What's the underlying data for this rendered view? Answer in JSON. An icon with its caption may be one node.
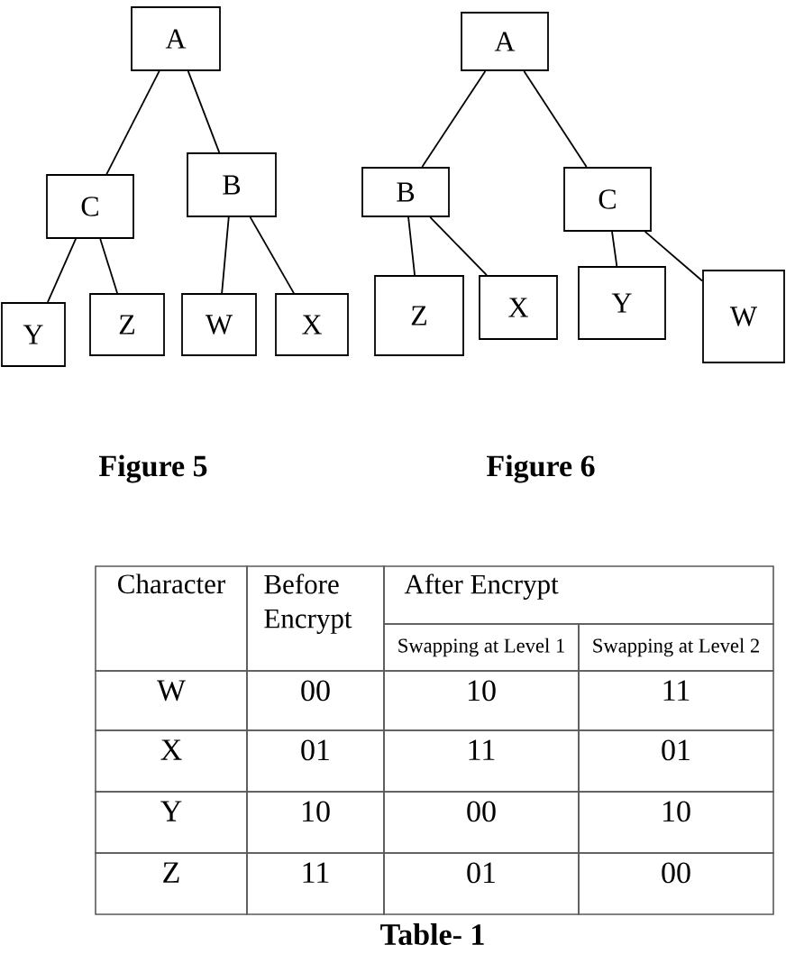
{
  "diagram": {
    "nodes": [
      {
        "text": [
          "A"
        ]
      },
      {
        "text": [
          "C"
        ]
      },
      {
        "text": [
          "B"
        ]
      },
      {
        "text": [
          "Y"
        ]
      },
      {
        "text": [
          "Z"
        ]
      },
      {
        "text": [
          "W"
        ]
      },
      {
        "text": [
          "X"
        ]
      },
      {
        "text": [
          "A"
        ]
      },
      {
        "text": [
          "B"
        ]
      },
      {
        "text": [
          "C"
        ]
      },
      {
        "text": [
          "Z"
        ]
      },
      {
        "text": [
          "X"
        ]
      },
      {
        "text": [
          "Y"
        ]
      },
      {
        "text": [
          "W"
        ]
      }
    ],
    "edges": [
      {
        "from": 0,
        "to": 1,
        "arrow": "none"
      },
      {
        "from": 0,
        "to": 2,
        "arrow": "none"
      },
      {
        "from": 1,
        "to": 3,
        "arrow": "none"
      },
      {
        "from": 1,
        "to": 4,
        "arrow": "none"
      },
      {
        "from": 2,
        "to": 5,
        "arrow": "none"
      },
      {
        "from": 2,
        "to": 6,
        "arrow": "none"
      },
      {
        "from": 7,
        "to": 8,
        "arrow": "none"
      },
      {
        "from": 7,
        "to": 9,
        "arrow": "none"
      },
      {
        "from": 8,
        "to": 10,
        "arrow": "none"
      },
      {
        "from": 8,
        "to": 11,
        "arrow": "none"
      },
      {
        "from": 9,
        "to": 12,
        "arrow": "none"
      },
      {
        "from": 9,
        "to": 13,
        "arrow": "none"
      }
    ],
    "labels": [
      "Figure 5",
      "Figure 6",
      "Character",
      "Before Encrypt",
      "After Encrypt",
      "Swapping at Level 1",
      "Swapping at Level 2",
      "W",
      "00",
      "10",
      "11",
      "X",
      "01",
      "11",
      "01",
      "Y",
      "10",
      "00",
      "10",
      "Z",
      "11",
      "01",
      "00",
      "Table- 1"
    ]
  }
}
